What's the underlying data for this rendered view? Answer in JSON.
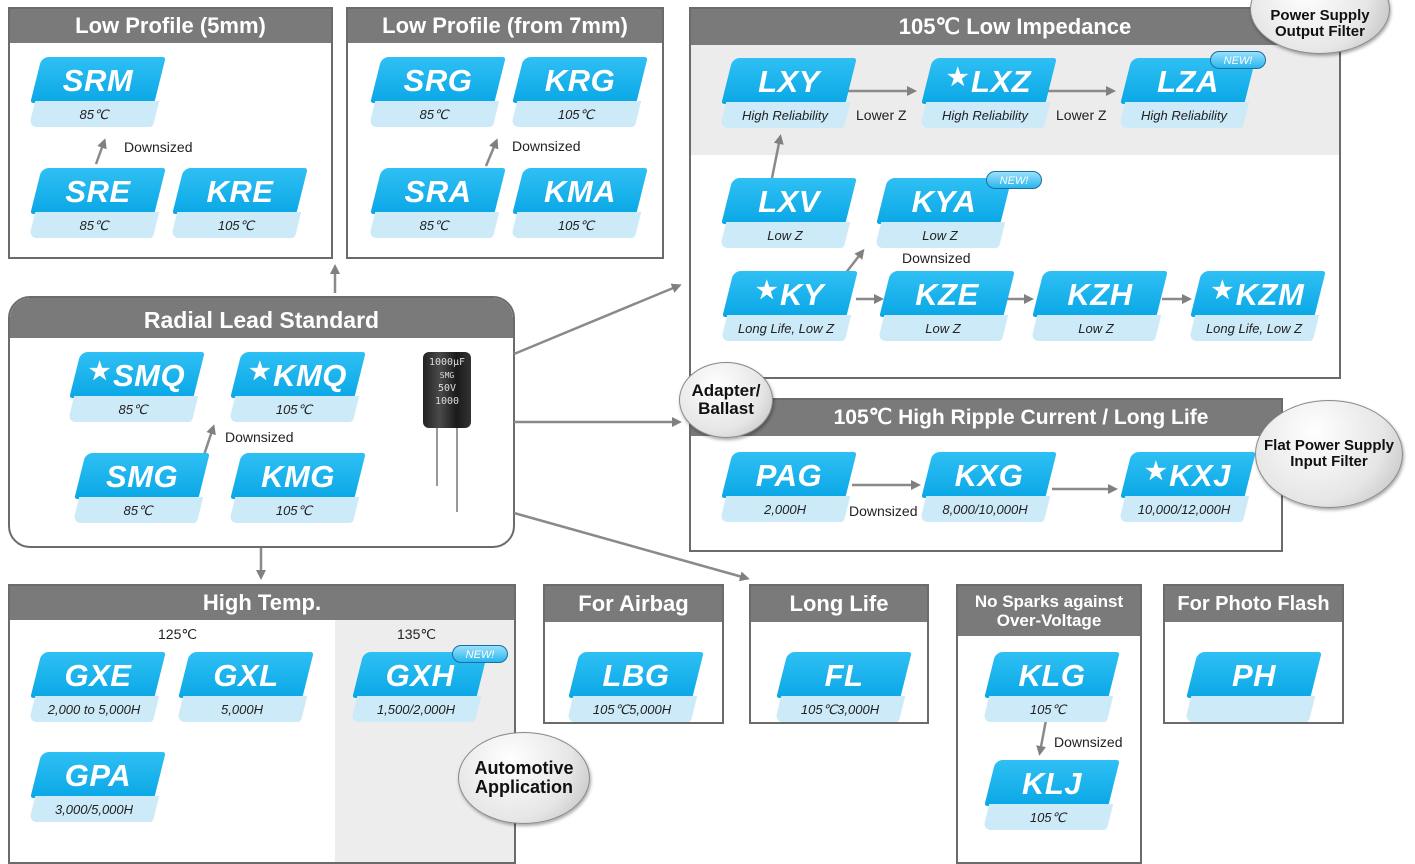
{
  "panels": {
    "low5": "Low Profile (5mm)",
    "low7": "Low Profile (from 7mm)",
    "impedance": "105℃ Low Impedance",
    "radial": "Radial Lead Standard",
    "ripple": "105℃ High Ripple Current / Long Life",
    "hightemp": "High Temp.",
    "airbag": "For Airbag",
    "longlife": "Long Life",
    "nosparks_1": "No Sparks against",
    "nosparks_2": "Over-Voltage",
    "photo": "For Photo Flash"
  },
  "labels": {
    "downsized": "Downsized",
    "lower_z": "Lower Z",
    "temp_125": "125℃",
    "temp_135": "135℃",
    "new_badge": "NEW!"
  },
  "bubbles": {
    "power_supply_1": "Power Supply",
    "power_supply_2": "Output Filter",
    "adapter_1": "Adapter/",
    "adapter_2": "Ballast",
    "flat_1": "Flat Power Supply",
    "flat_2": "Input Filter",
    "auto_1": "Automotive",
    "auto_2": "Application"
  },
  "capacitor": {
    "line1": "1000μF",
    "line2": "SMG",
    "line3": "50V",
    "line4": "1000"
  },
  "series": {
    "SRM": {
      "name": "SRM",
      "sub": "85℃",
      "star": false
    },
    "SRE": {
      "name": "SRE",
      "sub": "85℃",
      "star": false
    },
    "KRE": {
      "name": "KRE",
      "sub": "105℃",
      "star": false
    },
    "SRG": {
      "name": "SRG",
      "sub": "85℃",
      "star": false
    },
    "KRG": {
      "name": "KRG",
      "sub": "105℃",
      "star": false
    },
    "SRA": {
      "name": "SRA",
      "sub": "85℃",
      "star": false
    },
    "KMA": {
      "name": "KMA",
      "sub": "105℃",
      "star": false
    },
    "LXY": {
      "name": "LXY",
      "sub": "High Reliability",
      "star": false
    },
    "LXZ": {
      "name": "LXZ",
      "sub": "High Reliability",
      "star": true
    },
    "LZA": {
      "name": "LZA",
      "sub": "High Reliability",
      "star": false,
      "new": true
    },
    "LXV": {
      "name": "LXV",
      "sub": "Low Z",
      "star": false
    },
    "KYA": {
      "name": "KYA",
      "sub": "Low Z",
      "star": false,
      "new": true
    },
    "KY": {
      "name": "KY",
      "sub": "Long Life, Low Z",
      "star": true
    },
    "KZE": {
      "name": "KZE",
      "sub": "Low Z",
      "star": false
    },
    "KZH": {
      "name": "KZH",
      "sub": "Low Z",
      "star": false
    },
    "KZM": {
      "name": "KZM",
      "sub": "Long Life, Low Z",
      "star": true
    },
    "SMQ": {
      "name": "SMQ",
      "sub": "85℃",
      "star": true
    },
    "KMQ": {
      "name": "KMQ",
      "sub": "105℃",
      "star": true
    },
    "SMG": {
      "name": "SMG",
      "sub": "85℃",
      "star": false
    },
    "KMG": {
      "name": "KMG",
      "sub": "105℃",
      "star": false
    },
    "PAG": {
      "name": "PAG",
      "sub": "2,000H",
      "star": false
    },
    "KXG": {
      "name": "KXG",
      "sub": "8,000/10,000H",
      "star": false
    },
    "KXJ": {
      "name": "KXJ",
      "sub": "10,000/12,000H",
      "star": true
    },
    "GXE": {
      "name": "GXE",
      "sub": "2,000 to 5,000H",
      "star": false
    },
    "GXL": {
      "name": "GXL",
      "sub": "5,000H",
      "star": false
    },
    "GXH": {
      "name": "GXH",
      "sub": "1,500/2,000H",
      "star": false,
      "new": true
    },
    "GPA": {
      "name": "GPA",
      "sub": "3,000/5,000H",
      "star": false
    },
    "LBG": {
      "name": "LBG",
      "sub": "105℃5,000H",
      "star": false
    },
    "FL": {
      "name": "FL",
      "sub": "105℃3,000H",
      "star": false
    },
    "KLG": {
      "name": "KLG",
      "sub": "105℃",
      "star": false
    },
    "KLJ": {
      "name": "KLJ",
      "sub": "105℃",
      "star": false
    },
    "PH": {
      "name": "PH",
      "sub": "",
      "star": false
    }
  },
  "colors": {
    "panel_header": "#7a7a7a",
    "chip_top": "#0aa7e6",
    "chip_bottom": "#cdeaf8",
    "arrow": "#808080"
  },
  "icons": {
    "star": "★"
  }
}
